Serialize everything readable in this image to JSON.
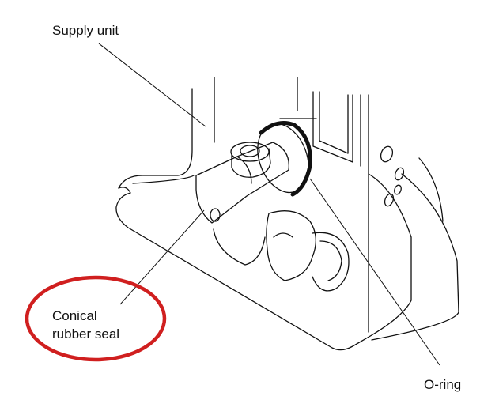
{
  "labels": {
    "supply_unit": "Supply unit",
    "conical_line1": "Conical",
    "conical_line2": "rubber seal",
    "o_ring": "O-ring"
  },
  "colors": {
    "line": "#111111",
    "highlight": "#d01f1f",
    "background": "#ffffff"
  }
}
